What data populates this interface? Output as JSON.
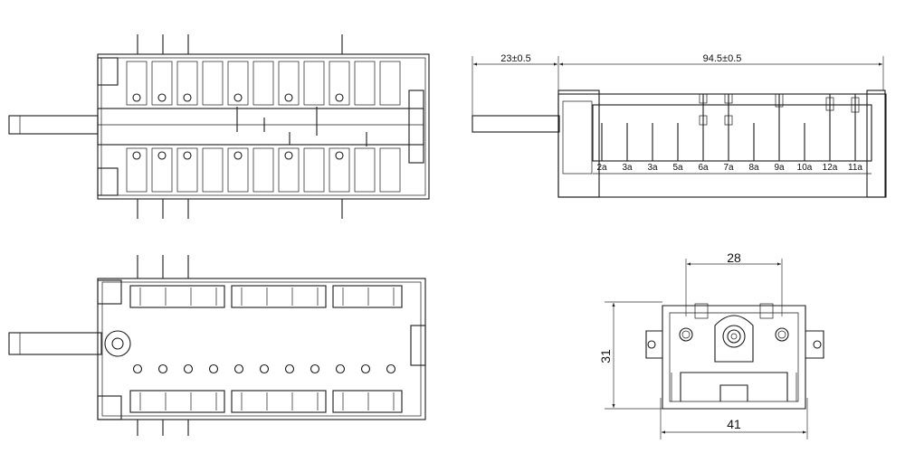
{
  "side_view": {
    "dim_shaft": "23±0.5",
    "dim_body": "94.5±0.5",
    "terminals": [
      "2a",
      "3a",
      "3a",
      "5a",
      "6a",
      "7a",
      "8a",
      "9a",
      "10a",
      "12a",
      "11a"
    ]
  },
  "end_view": {
    "dim_hole_spacing": "28",
    "dim_width": "41",
    "dim_height": "31"
  }
}
